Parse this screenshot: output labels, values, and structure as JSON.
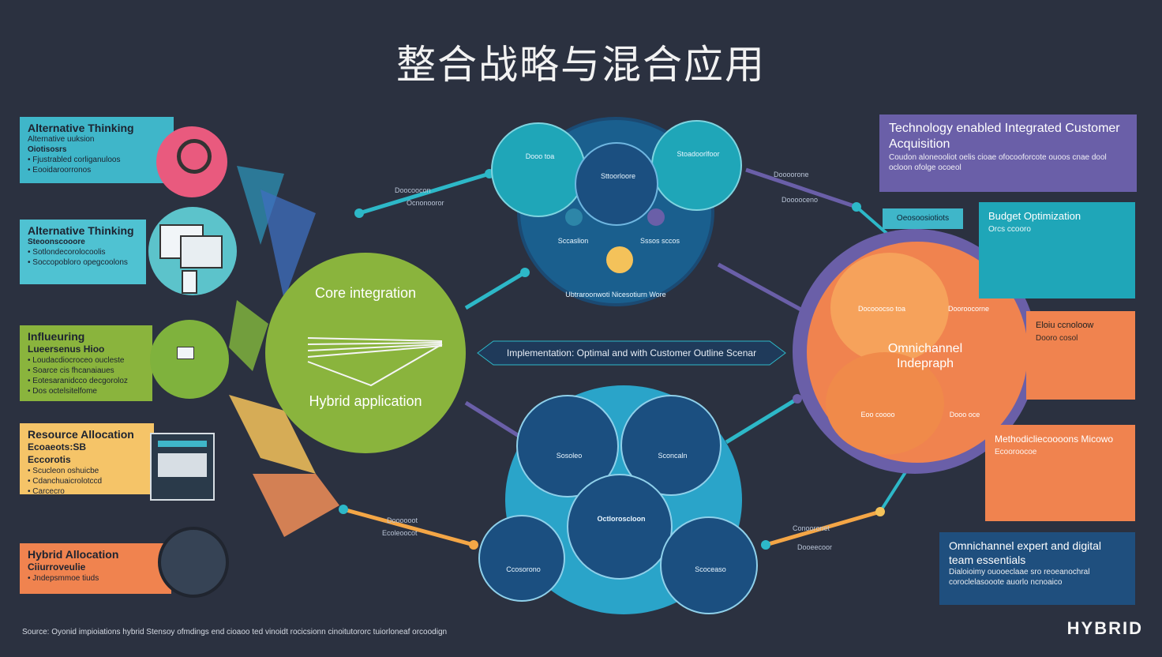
{
  "title": "整合战略与混合应用",
  "left_cards": [
    {
      "heading": "Alternative Thinking",
      "sub": "Alternative uuksion",
      "sub2": "Oiotisosrs",
      "bullets": [
        "Fjustrabled corliganuloos",
        "Eooidaroorronos"
      ]
    },
    {
      "heading": "Alternative Thinking",
      "sub": "Steoonscooore",
      "bullets": [
        "Sotlondecorolocoolis",
        "Soccopobloro opegcoolons"
      ]
    },
    {
      "heading": "Influeuring",
      "sub": "Lueersenus Hioo",
      "bullets": [
        "Loudacdiocroceo oucleste",
        "Soarce cis fhcanaiaues",
        "Eotesaranidcco decgoroloz",
        "Dos octelsitelfome"
      ]
    },
    {
      "heading": "Resource Allocation",
      "sub": "Ecoaeots:SB",
      "sub2": "Eccorotis",
      "bullets": [
        "Scucleon oshuicbe",
        "Cdanchuaicrolotccd",
        "Carcecro"
      ]
    },
    {
      "heading": "Hybrid Allocation",
      "sub": "Ciiurroveulie",
      "bullets": [
        "Jndepsmmoe tiuds"
      ]
    }
  ],
  "center": {
    "core": "Core integration",
    "hybrid": "Hybrid application",
    "banner": "Implementation: Optimal and with Customer Outline Scenar"
  },
  "top_cluster": {
    "texts": [
      "Dooo toa",
      "Stoadoorlfoor",
      "Sccaslion",
      "Sssos sccos"
    ],
    "center_text": "Sttoorloore",
    "bottom_text": "Ubtraroonwoti Nicesotiurn Wore"
  },
  "bottom_cluster": {
    "texts": [
      "Sosoleo",
      "Sconcaln",
      "Octloroscloon",
      "Ccosorono",
      "Scoceaso"
    ]
  },
  "right_circle": {
    "label": "Omnichannel Indepraph",
    "quadrants": [
      "Docooocso toa",
      "Dooroocorne",
      "Eoo coooo",
      "Dooo oce"
    ]
  },
  "right_cards": [
    {
      "heading": "Technology enabled Integrated Customer Acquisition",
      "body": "Coudon aloneooliot oelis cioae ofocooforcote ouoos cnae dool ocloon ofolge ocoeol"
    },
    {
      "heading": "Budget Optimization",
      "body": "Orcs ccooro"
    },
    {
      "heading": "Eloiu ccnoloow",
      "body": "Dooro cosol"
    },
    {
      "heading": "Methodicliecoooons Micowo",
      "body": "Ecooroocoe"
    },
    {
      "heading": "Omnichannel expert and digital team essentials",
      "body": "Dialoioimy ouooeclaae sro reoeanochral coroclelasooote auorlo ncnoaico"
    }
  ],
  "side_tag": "Oeosoosiotiots",
  "conn_labels": [
    "Doocoocon",
    "Ocnonooror",
    "Doooorone",
    "Dooooceno",
    "Doooooot",
    "Ecoleoocot",
    "Conooronet",
    "Dooeecoor"
  ],
  "source": "Source: Oyonid  impioiations  hybrid  Stensoy ofmdings end cioaoo ted vinoidt rocicsionn cinoitutororc tuiorloneaf orcoodign",
  "brand": "HYBRID",
  "colors": {
    "teal": "#1fa6b8",
    "green": "#8ab43d",
    "orange": "#f0834f",
    "purple": "#6a5fa8",
    "navy": "#1f4f7e"
  }
}
